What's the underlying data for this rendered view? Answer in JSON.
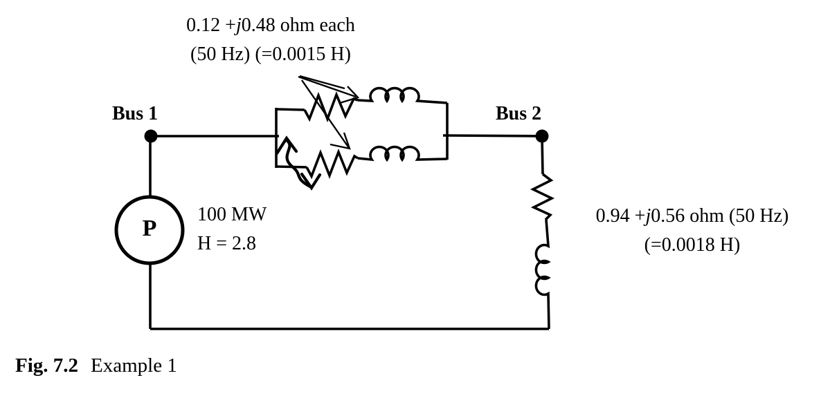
{
  "figure": {
    "caption_label": "Fig. 7.2",
    "caption_text": "Example 1"
  },
  "buses": {
    "bus1_label": "Bus 1",
    "bus2_label": "Bus 2"
  },
  "generator": {
    "symbol": "P",
    "power_rating": "100 MW",
    "inertia_constant": "H = 2.8"
  },
  "parallel_lines_label": {
    "line1_prefix": "0.12 +",
    "line1_j": "j",
    "line1_suffix": "0.48 ohm each",
    "line2": "(50 Hz) (=0.0015 H)"
  },
  "load_label": {
    "line1_prefix": "0.94 +",
    "line1_j": "j",
    "line1_suffix": "0.56 ohm (50 Hz)",
    "line2": "(=0.0018 H)"
  },
  "colors": {
    "ink": "#000000",
    "background": "#ffffff"
  }
}
